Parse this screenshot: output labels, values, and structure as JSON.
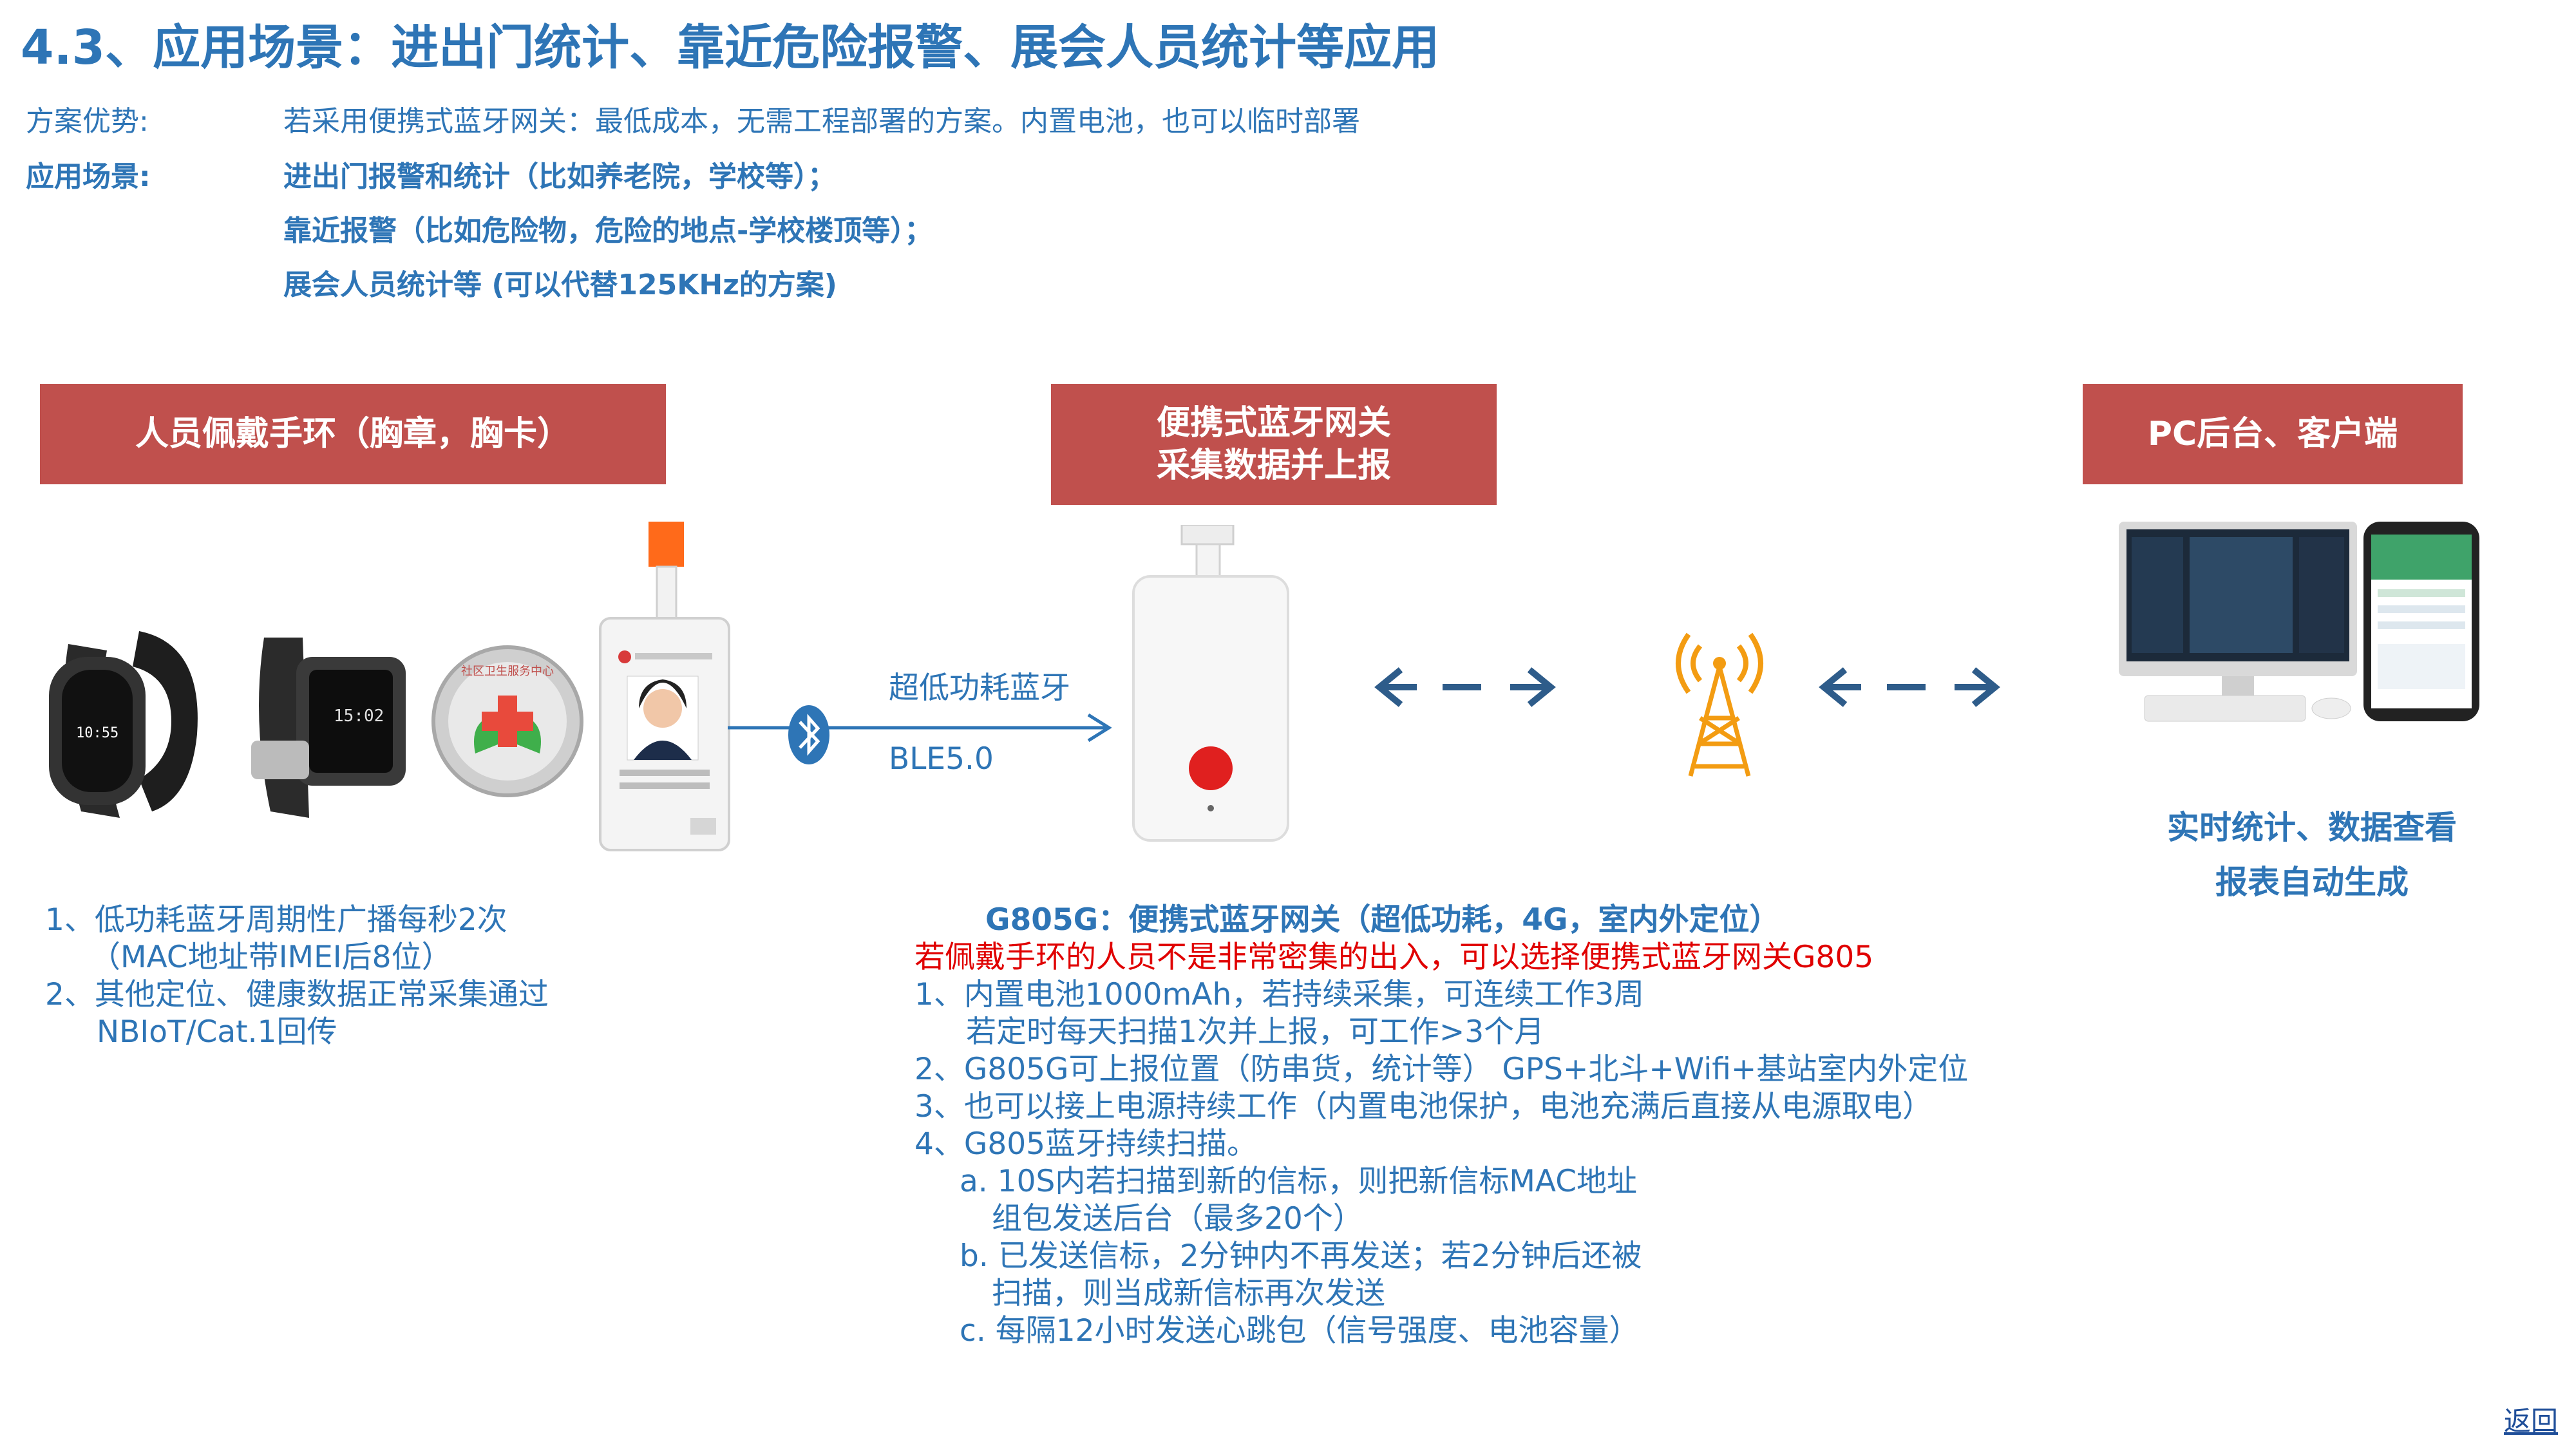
{
  "title": "4.3、应用场景：进出门统计、靠近危险报警、展会人员统计等应用",
  "advantage": {
    "label": "方案优势:",
    "text": "若采用便携式蓝牙网关：最低成本，无需工程部署的方案。内置电池，也可以临时部署"
  },
  "scenario": {
    "label": "应用场景:",
    "lines": [
      "进出门报警和统计（比如养老院，学校等）；",
      "靠近报警（比如危险物，危险的地点-学校楼顶等）；",
      "展会人员统计等 (可以代替125KHz的方案)"
    ]
  },
  "boxes": {
    "left": "人员佩戴手环（胸章，胸卡）",
    "middle_line1": "便携式蓝牙网关",
    "middle_line2": "采集数据并上报",
    "right": "PC后台、客户端"
  },
  "link": {
    "label_top": "超低功耗蓝牙",
    "label_bottom": "BLE5.0"
  },
  "left_notes": [
    "1、低功耗蓝牙周期性广播每秒2次",
    "（MAC地址带IMEI后8位）",
    "2、其他定位、健康数据正常采集通过",
    "NBIoT/Cat.1回传"
  ],
  "right_captions": [
    "实时统计、数据查看",
    "报表自动生成"
  ],
  "gateway": {
    "heading": "G805G：便携式蓝牙网关（超低功耗，4G，室内外定位）",
    "highlight": "若佩戴手环的人员不是非常密集的出入，可以选择便携式蓝牙网关G805",
    "lines": [
      "1、内置电池1000mAh，若持续采集，可连续工作3周",
      "若定时每天扫描1次并上报，可工作>3个月",
      "2、G805G可上报位置（防串货，统计等） GPS+北斗+Wifi+基站室内外定位",
      "3、也可以接上电源持续工作（内置电池保护，电池充满后直接从电源取电）",
      "4、G805蓝牙持续扫描。",
      "a. 10S内若扫描到新的信标，则把新信标MAC地址",
      "组包发送后台（最多20个）",
      "b. 已发送信标，2分钟内不再发送；若2分钟后还被",
      "扫描，则当成新信标再次发送",
      "c.  每隔12小时发送心跳包（信号强度、电池容量）"
    ]
  },
  "badge_text": "社区卫生服务中心",
  "back_link": "返回",
  "colors": {
    "accent_blue": "#2E75B6",
    "box_red": "#C0504D",
    "highlight_red": "#E00000",
    "tower_orange": "#F39C12"
  }
}
